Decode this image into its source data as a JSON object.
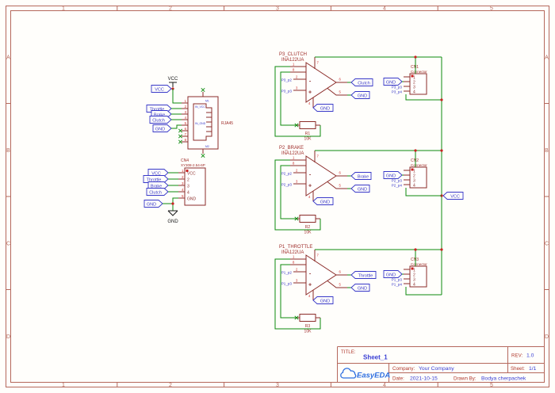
{
  "sheet": {
    "frame": {
      "columns": [
        "1",
        "2",
        "3",
        "4",
        "5"
      ],
      "rows": [
        "A",
        "B",
        "C",
        "D"
      ]
    },
    "title_block": {
      "title_label": "TITLE:",
      "title": "Sheet_1",
      "rev_label": "REV:",
      "rev": "1.0",
      "company_label": "Company:",
      "company": "Your Company",
      "sheet_label": "Sheet:",
      "sheet_value": "1/1",
      "date_label": "Date:",
      "date": "2021-10-15",
      "drawn_by_label": "Drawn By:",
      "drawn_by": "Bodya cherpachek",
      "logo": "EasyEDA"
    }
  },
  "colors": {
    "wire": "#0e8a0e",
    "outline": "#8b2b28",
    "net_blue": "#3737c8",
    "frame": "#b5685c",
    "junction": "#cc2020"
  },
  "power": {
    "vcc": "VCC",
    "gnd": "GND"
  },
  "nets": {
    "vcc": "VCC",
    "gnd": "GND",
    "throttle": "Throttle",
    "brake": "Brake",
    "clutch": "Clutch"
  },
  "rj45": {
    "label": "RJA45",
    "pin_numbers": [
      "1",
      "2",
      "3",
      "4",
      "5",
      "6",
      "7",
      "8"
    ],
    "inner_labels": {
      "vcc": "IN_VCC",
      "gnd": "IN_GND",
      "shield_top": "M1",
      "shield_bottom": "M2"
    }
  },
  "cn4": {
    "ref": "CN4",
    "value": "XY308-2.54-6P",
    "pin_numbers": [
      "1",
      "2",
      "3",
      "4",
      "5"
    ],
    "pin_names": [
      "VCC",
      "2",
      "3",
      "4",
      "GND"
    ]
  },
  "amp_pins": {
    "p1": "1",
    "p2": "2",
    "p3": "3",
    "p4": "4",
    "p5": "5",
    "p6": "6",
    "p7": "7",
    "p8": "8",
    "minus": "-",
    "plus": "+"
  },
  "amps": [
    {
      "ref": "P3_CLUTCH",
      "part": "INA122UA",
      "net_p2": "P3_p2",
      "net_p3": "P3_p3",
      "out": "Clutch",
      "res_ref": "R1",
      "res_val": "10K"
    },
    {
      "ref": "P2_BRAKE",
      "part": "INA122UA",
      "net_p2": "P2_p2",
      "net_p3": "P2_p3",
      "out": "Brake",
      "res_ref": "R2",
      "res_val": "10K"
    },
    {
      "ref": "P1_THROTTLE",
      "part": "INA122UA",
      "net_p2": "P1_p2",
      "net_p3": "P1_p3",
      "out": "Throttle",
      "res_ref": "R3",
      "res_val": "10K"
    }
  ],
  "cn_pins": [
    "1",
    "2",
    "3",
    "4"
  ],
  "connectors": [
    {
      "ref": "CN1",
      "value": "Connector",
      "net_a": "P3_p3",
      "net_b": "P3_p4"
    },
    {
      "ref": "CN2",
      "value": "Connector",
      "net_a": "P2_p3",
      "net_b": "P2_p4"
    },
    {
      "ref": "CN3",
      "value": "Connector",
      "net_a": "P1_p3",
      "net_b": "P1_p4"
    }
  ]
}
